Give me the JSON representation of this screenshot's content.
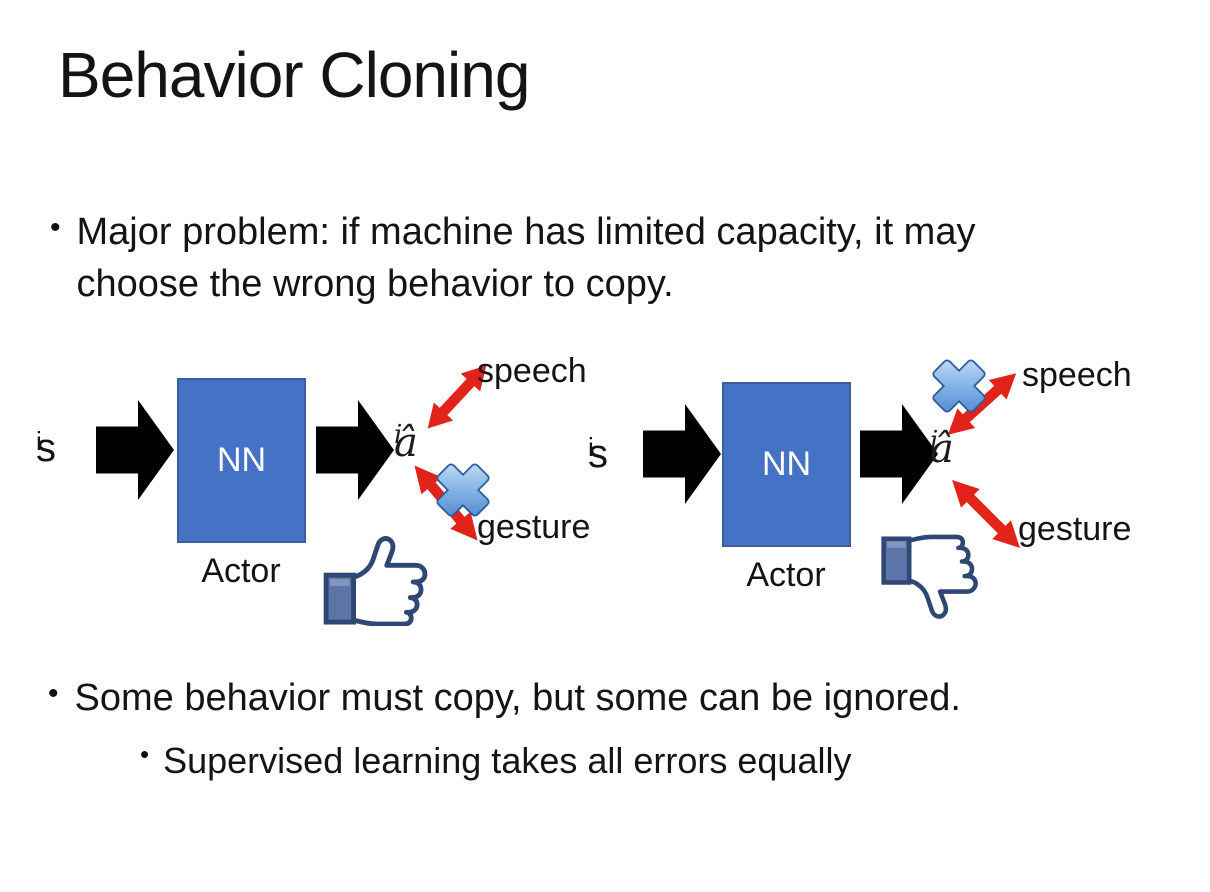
{
  "slide": {
    "title": "Behavior Cloning",
    "bullet_marker": "•",
    "bullet_1": "Major problem: if machine has limited capacity, it may choose the wrong behavior to copy.",
    "bullet_2": "Some behavior must copy, but some can be ignored.",
    "bullet_2_sub": "Supervised learning takes all errors equally"
  },
  "diagrams": {
    "left": {
      "input": "s",
      "input_sub": "i",
      "nn": "NN",
      "actor": "Actor",
      "output": "â",
      "output_sub": "i",
      "speech": "speech",
      "gesture": "gesture",
      "feedback_icon": "thumbs-up",
      "crossed_out_action": "gesture"
    },
    "right": {
      "input": "s",
      "input_sub": "i",
      "nn": "NN",
      "actor": "Actor",
      "output": "â",
      "output_sub": "i",
      "speech": "speech",
      "gesture": "gesture",
      "feedback_icon": "thumbs-down",
      "crossed_out_action": "speech"
    }
  },
  "icons": {
    "input_arrow": "black-block-arrow",
    "output_arrow": "black-block-arrow",
    "speech_link": "red-double-arrow",
    "gesture_link": "red-double-arrow",
    "rejected_mark": "blue-cross",
    "left_feedback": "thumbs-up",
    "right_feedback": "thumbs-down"
  },
  "colors": {
    "background": "#FFFFFF",
    "text": "#141414",
    "nn_box_fill": "#4472C4",
    "nn_box_border": "#3A5F9B",
    "nn_text": "#FFFFFF",
    "black_arrow": "#000000",
    "red_arrow": "#E2231A",
    "cross_blue_dark": "#3E7BC7",
    "cross_blue_light": "#DCEBFA",
    "thumb_outline": "#2E4775",
    "thumb_cuff_fill": "#5C74A8",
    "thumb_hand_fill": "#FFFFFF"
  }
}
